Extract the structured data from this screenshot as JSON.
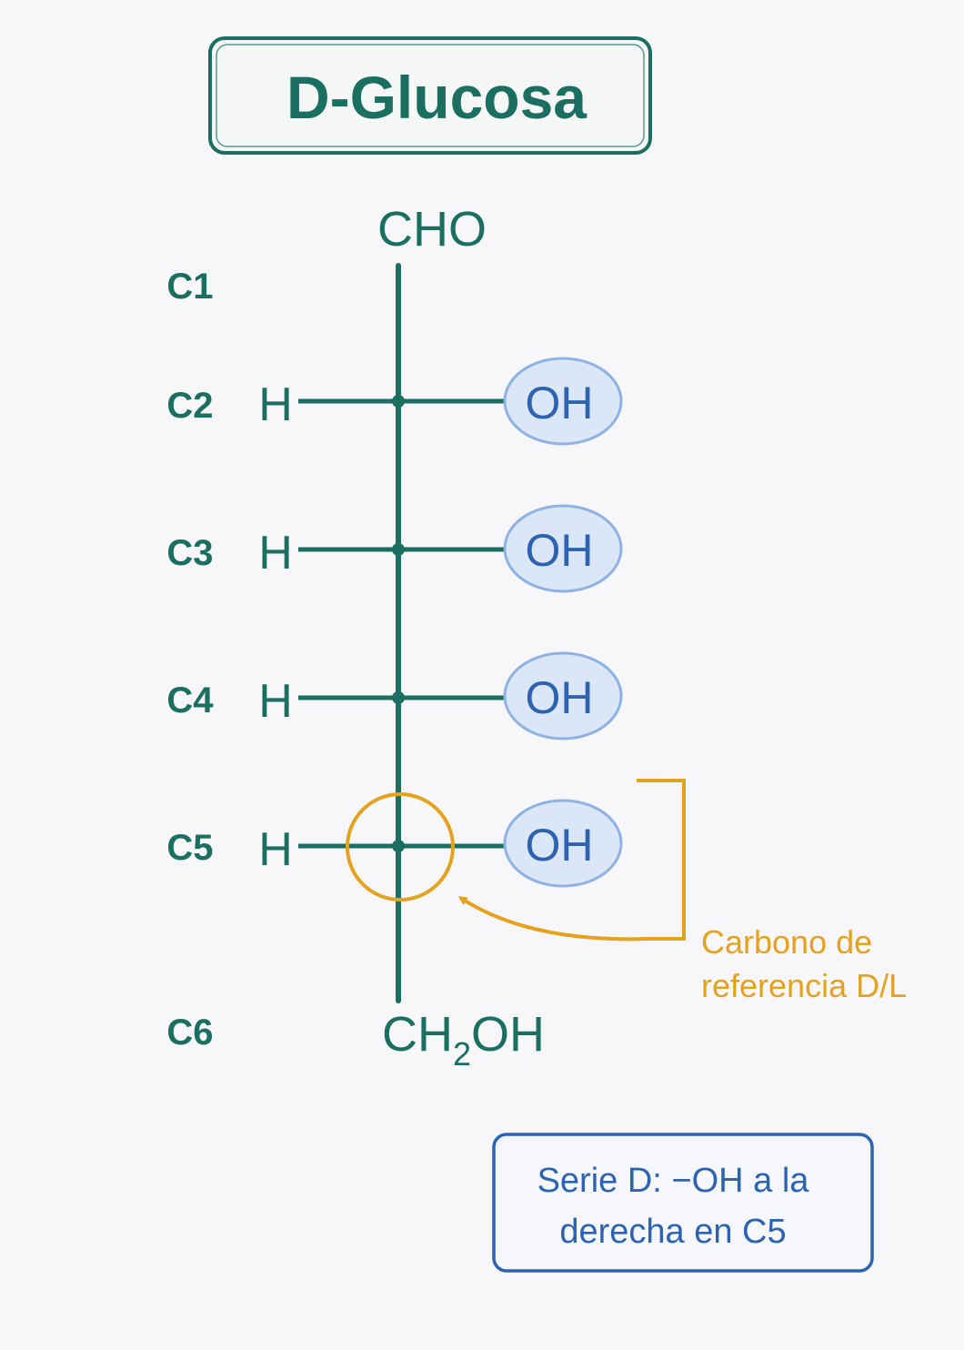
{
  "title": "D-Glucosa",
  "top_group": "CHO",
  "bottom_group": {
    "main": "CH",
    "sub": "2",
    "tail": "OH"
  },
  "carbons": [
    {
      "label": "C1",
      "left": "",
      "right": ""
    },
    {
      "label": "C2",
      "left": "H",
      "right": "OH"
    },
    {
      "label": "C3",
      "left": "H",
      "right": "OH"
    },
    {
      "label": "C4",
      "left": "H",
      "right": "OH"
    },
    {
      "label": "C5",
      "left": "H",
      "right": "OH"
    },
    {
      "label": "C6",
      "left": "",
      "right": ""
    }
  ],
  "annotation": {
    "line1": "Carbono de",
    "line2": "referencia D/L"
  },
  "note": {
    "line1": "Serie D: −OH a la",
    "line2": "derecha en C5"
  },
  "colors": {
    "teal": "#1a6f61",
    "blue": "#2d63b0",
    "amber": "#e5a21e",
    "oh_fill": "#dbe7f7"
  }
}
